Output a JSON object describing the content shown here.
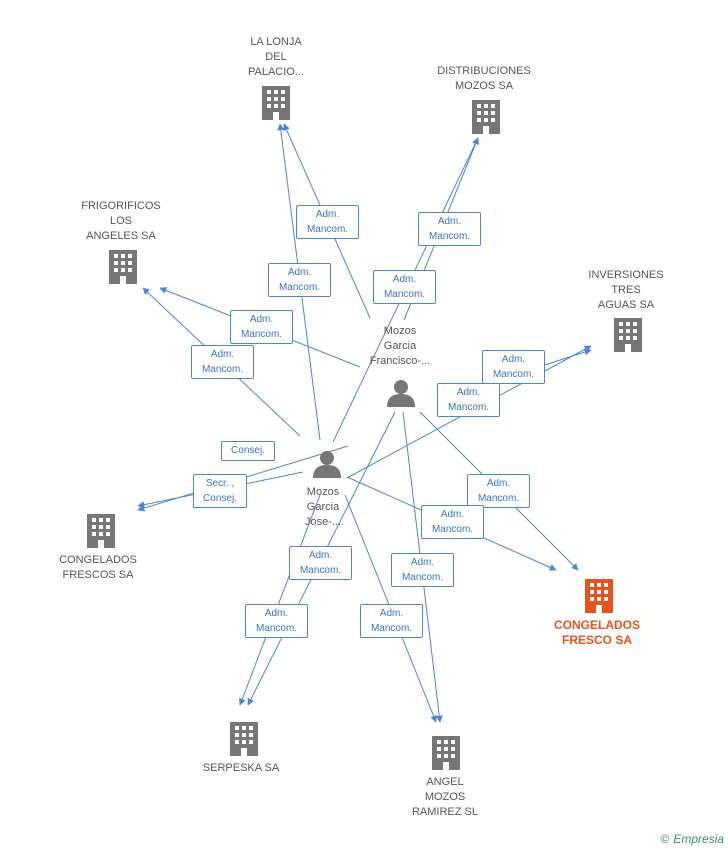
{
  "nodes": {
    "la_lonja": "LA LONJA\nDEL\nPALACIO...",
    "distribuciones": "DISTRIBUCIONES\nMOZOS SA",
    "frigorificos": "FRIGORIFICOS\nLOS\nANGELES SA",
    "inversiones": "INVERSIONES\nTRES\nAGUAS SA",
    "francisco": "Mozos\nGarcia\nFrancisco-...",
    "jose": "Mozos\nGarcia\nJose-...",
    "congelados_frescos": "CONGELADOS\nFRESCOS SA",
    "congelados_fresco": "CONGELADOS\nFRESCO SA",
    "serpeska": "SERPESKA SA",
    "angel_mozos": "ANGEL\nMOZOS\nRAMIREZ SL"
  },
  "edge_labels": {
    "adm_mancom": "Adm.\nMancom.",
    "consej": "Consej.",
    "secr_consej": "Secr. ,\nConsej."
  },
  "colors": {
    "edge": "#4a86d4",
    "company": "#777777",
    "main_company": "#e8531d",
    "person": "#777777"
  },
  "brand": {
    "copyright": "©",
    "name": "Empresia"
  }
}
